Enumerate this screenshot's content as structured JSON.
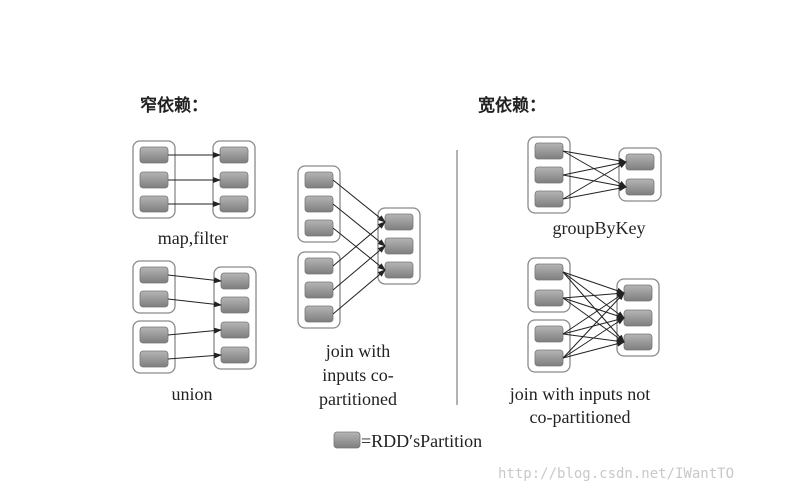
{
  "narrow": {
    "title": "窄依赖：",
    "map_filter_label": "map,filter",
    "union_label": "union",
    "join_label_lines": [
      "join with",
      "inputs co-",
      "partitioned"
    ]
  },
  "wide": {
    "title": "宽依赖：",
    "groupbykey_label": "groupByKey",
    "join_label_lines": [
      "join with inputs not",
      "co-partitioned"
    ]
  },
  "legend": {
    "text": "=RDD′sPartition"
  },
  "watermark": "http://blog.csdn.net/IWantTO",
  "colors": {
    "partition_top": "#b5b5b5",
    "partition_bottom": "#7e7e7e",
    "container_stroke": "#8a8a8a",
    "arrow": "#222222"
  }
}
